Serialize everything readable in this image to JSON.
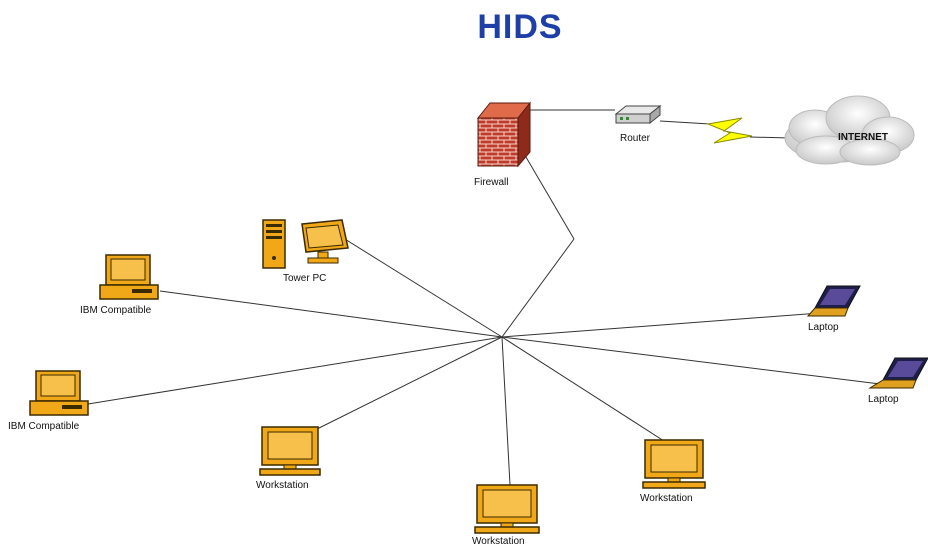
{
  "title": "HIDS",
  "colors": {
    "title": "#1f3fa8",
    "device": "#f0a818",
    "firewall_brick": "#c0392b",
    "lightning": "#ffff00"
  },
  "nodes": {
    "firewall": {
      "label": "Firewall",
      "icon": "firewall-icon"
    },
    "router": {
      "label": "Router",
      "icon": "router-icon"
    },
    "internet": {
      "label": "INTERNET",
      "icon": "cloud-icon"
    },
    "tower_pc": {
      "label": "Tower PC",
      "icon": "tower-pc-icon"
    },
    "ibm_1": {
      "label": "IBM Compatible",
      "icon": "desktop-computer-icon"
    },
    "ibm_2": {
      "label": "IBM Compatible",
      "icon": "desktop-computer-icon"
    },
    "workstation_1": {
      "label": "Workstation",
      "icon": "workstation-icon"
    },
    "workstation_2": {
      "label": "Workstation",
      "icon": "workstation-icon"
    },
    "workstation_3": {
      "label": "Workstation",
      "icon": "workstation-icon"
    },
    "laptop_1": {
      "label": "Laptop",
      "icon": "laptop-icon"
    },
    "laptop_2": {
      "label": "Laptop",
      "icon": "laptop-icon"
    }
  }
}
